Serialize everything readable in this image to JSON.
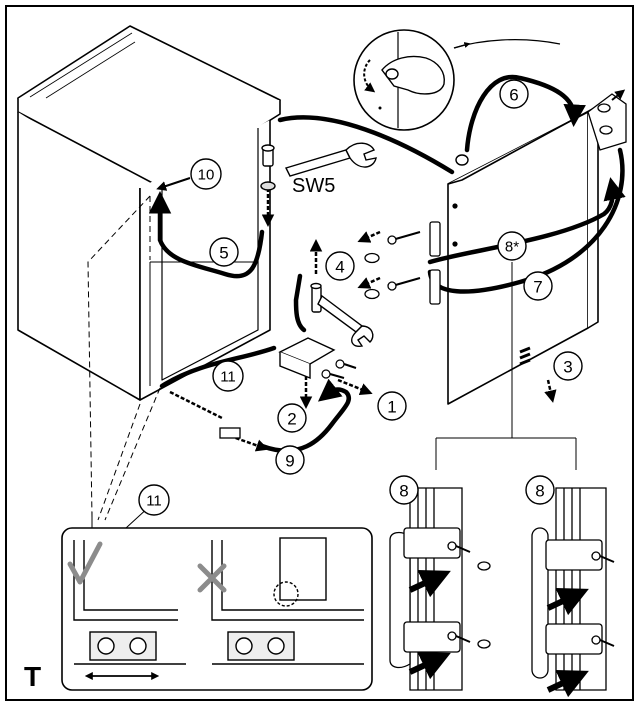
{
  "figure": {
    "section_letter": "T",
    "wrench_size_label": "SW5"
  },
  "callouts": [
    {
      "id": "c1",
      "text": "1"
    },
    {
      "id": "c2",
      "text": "2"
    },
    {
      "id": "c3",
      "text": "3"
    },
    {
      "id": "c4",
      "text": "4"
    },
    {
      "id": "c5",
      "text": "5"
    },
    {
      "id": "c6",
      "text": "6"
    },
    {
      "id": "c7",
      "text": "7"
    },
    {
      "id": "c8star",
      "text": "8*"
    },
    {
      "id": "c8a",
      "text": "8"
    },
    {
      "id": "c8b",
      "text": "8"
    },
    {
      "id": "c9",
      "text": "9"
    },
    {
      "id": "c10",
      "text": "10"
    },
    {
      "id": "c11",
      "text": "11"
    },
    {
      "id": "c11b",
      "text": "11"
    }
  ],
  "colors": {
    "line": "#000000",
    "correct_mark": "#8c8c8c",
    "wrong_mark": "#8c8c8c",
    "shade": "#d9d9d9"
  },
  "detail_inset": {
    "correct_icon": "checkmark-icon",
    "wrong_icon": "cross-icon"
  }
}
